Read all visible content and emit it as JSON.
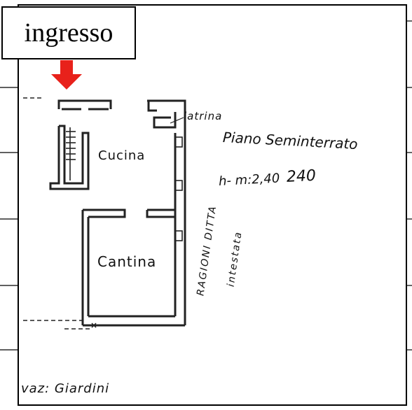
{
  "entrance_label": "ingresso",
  "rooms": {
    "kitchen": "Cucina",
    "cellar": "Cantina"
  },
  "latrine_label": "latrina",
  "floor_title": "Piano Seminterrato",
  "height_label": "h- m:2,40",
  "height_value": "240",
  "vertical_note": {
    "line1": "RAGIONI DITTA",
    "line2": "intestata"
  },
  "bottom_label": "vaz: Giardini",
  "colors": {
    "arrow": "#e8211b",
    "ink": "#222222",
    "paper": "#ffffff"
  }
}
